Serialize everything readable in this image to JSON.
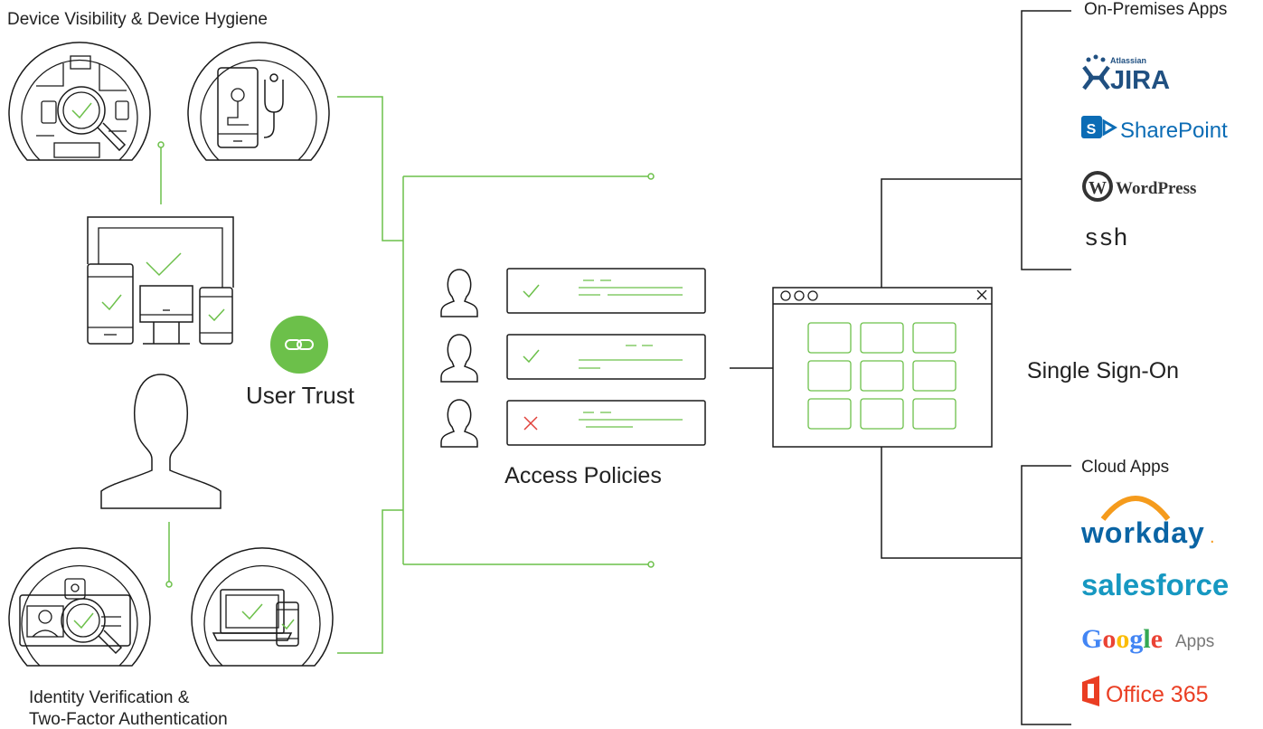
{
  "labels": {
    "device_visibility": "Device Visibility & Device Hygiene",
    "user_trust": "User Trust",
    "identity_line1": "Identity Verification &",
    "identity_line2": "Two-Factor Authentication",
    "access_policies": "Access Policies",
    "single_sign_on": "Single Sign-On",
    "on_premises_apps": "On-Premises Apps",
    "cloud_apps": "Cloud Apps"
  },
  "on_premises": {
    "jira": {
      "top": "Atlassian",
      "name": "JIRA"
    },
    "sharepoint": {
      "badge": "S",
      "name": "SharePoint"
    },
    "wordpress": {
      "name": "WordPress"
    },
    "ssh": {
      "name": "ssh"
    }
  },
  "cloud": {
    "workday": {
      "name": "workday",
      "suffix": "."
    },
    "salesforce": {
      "name": "salesforce"
    },
    "google": {
      "letters": [
        "G",
        "o",
        "o",
        "g",
        "l",
        "e"
      ],
      "suffix": "Apps"
    },
    "office": {
      "name": "Office 365"
    }
  },
  "policies": [
    {
      "status": "allowed"
    },
    {
      "status": "allowed"
    },
    {
      "status": "denied"
    }
  ],
  "colors": {
    "accent_green": "#6cc04a",
    "deny_red": "#e0403a",
    "jira_blue": "#205081",
    "sharepoint_blue": "#0b6cb5",
    "workday_blue": "#0a64a4",
    "workday_orange": "#f59b1c",
    "salesforce_blue": "#1798c1",
    "office_red": "#ea3e23",
    "google_letters": [
      "#4285f4",
      "#ea4335",
      "#fbbc05",
      "#4285f4",
      "#34a853",
      "#ea4335"
    ]
  }
}
